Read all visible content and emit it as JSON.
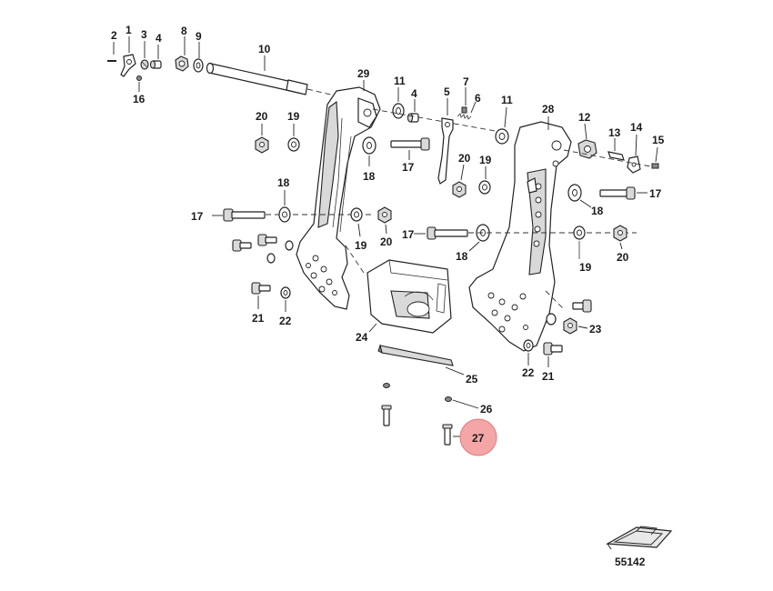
{
  "callout_labels": {
    "p1": "1",
    "p2": "2",
    "p3": "3",
    "p4a": "4",
    "p4b": "4",
    "p5": "5",
    "p6": "6",
    "p7": "7",
    "p8": "8",
    "p9": "9",
    "p10": "10",
    "p11a": "11",
    "p11b": "11",
    "p12": "12",
    "p13": "13",
    "p14": "14",
    "p15": "15",
    "p16": "16",
    "p17a": "17",
    "p17b": "17",
    "p17c": "17",
    "p17d": "17",
    "p18a": "18",
    "p18b": "18",
    "p18c": "18",
    "p18d": "18",
    "p19a": "19",
    "p19b": "19",
    "p19c": "19",
    "p19d": "19",
    "p20a": "20",
    "p20b": "20",
    "p20c": "20",
    "p20d": "20",
    "p21a": "21",
    "p21b": "21",
    "p22a": "22",
    "p22b": "22",
    "p23": "23",
    "p24": "24",
    "p25": "25",
    "p26": "26",
    "p27": "27",
    "p28": "28",
    "p29": "29"
  },
  "highlighted_part": "27",
  "highlight_color": "#f4a6a6",
  "highlight_stroke": "#e07a7a",
  "diagram_number": "55142",
  "icons": [
    "boat-icon"
  ]
}
